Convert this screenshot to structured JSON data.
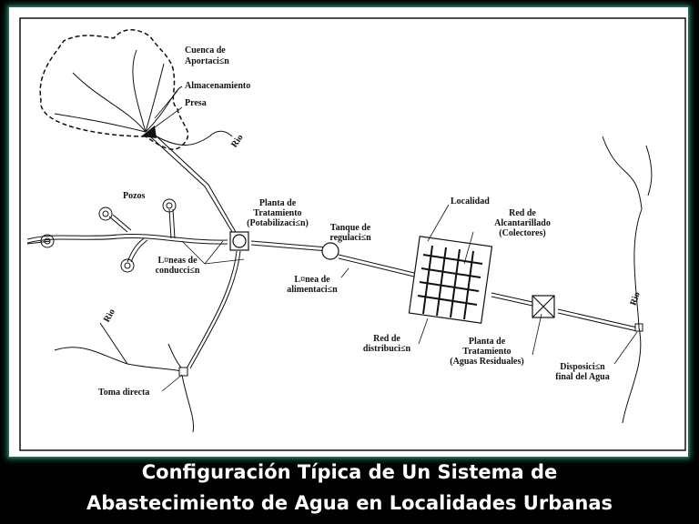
{
  "labels": {
    "cuenca": [
      "Cuenca de",
      "Aportaci≤n"
    ],
    "almacenamiento": "Almacenamiento",
    "presa": "Presa",
    "rio_top": "Rìo",
    "pozos": "Pozos",
    "planta_potab": [
      "Planta de",
      "Tratamiento",
      "(Potabilizaci≤n)"
    ],
    "tanque": [
      "Tanque de",
      "regulaci≤n"
    ],
    "lineas_conduccion": [
      "L¤neas de",
      "conducci≤n"
    ],
    "linea_alimentacion": [
      "L¤nea de",
      "alimentaci≤n"
    ],
    "localidad": "Localidad",
    "red_alcantarillado": [
      "Red de",
      "Alcantarillado",
      "(Colectores)"
    ],
    "red_distribucion": [
      "Red de",
      "distribuci≤n"
    ],
    "planta_residuales": [
      "Planta de",
      "Tratamiento",
      "(Aguas Residuales)"
    ],
    "disposicion": [
      "Disposici≤n",
      "final del Agua"
    ],
    "rio_right": "Rìo",
    "rio_left": "Rìo",
    "toma_directa": "Toma directa"
  },
  "caption": {
    "line1": "Configuración Típica de Un Sistema de",
    "line2": "Abastecimiento de Agua en Localidades Urbanas"
  },
  "colors": {
    "frame_glow": "#1f6b4a",
    "background": "#000000",
    "panel": "#ffffff",
    "ink": "#111111"
  }
}
